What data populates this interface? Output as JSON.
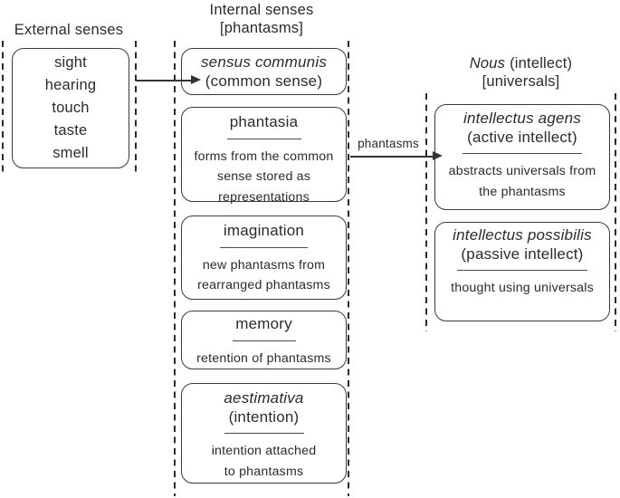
{
  "colors": {
    "background": "#ffffff",
    "ink": "#2b2b2b",
    "box_border": "#3a3a3a"
  },
  "external": {
    "title": "External senses",
    "items": [
      "sight",
      "hearing",
      "touch",
      "taste",
      "smell"
    ]
  },
  "internal": {
    "title_line1": "Internal senses",
    "title_line2": "[phantasms]",
    "boxes": [
      {
        "title_italic": "sensus communis",
        "title_regular": "(common sense)"
      },
      {
        "title": "phantasia",
        "body_lines": [
          "forms from the common",
          "sense stored as",
          "representations"
        ]
      },
      {
        "title": "imagination",
        "body_lines": [
          "new phantasms from",
          "rearranged phantasms"
        ]
      },
      {
        "title": "memory",
        "body_lines": [
          "retention of phantasms"
        ]
      },
      {
        "title_italic": "aestimativa",
        "title_regular": "(intention)",
        "body_lines": [
          "intention attached",
          "to phantasms"
        ]
      }
    ]
  },
  "nous": {
    "title_italic": "Nous",
    "title_regular": "(intellect)",
    "title_line2": "[universals]",
    "boxes": [
      {
        "title_italic": "intellectus agens",
        "title_regular": "(active intellect)",
        "body_lines": [
          "abstracts universals from",
          "the phantasms"
        ]
      },
      {
        "title_italic": "intellectus possibilis",
        "title_regular": "(passive intellect)",
        "body_lines": [
          "thought using universals"
        ]
      }
    ]
  },
  "arrows": {
    "phantasms_label": "phantasms"
  }
}
